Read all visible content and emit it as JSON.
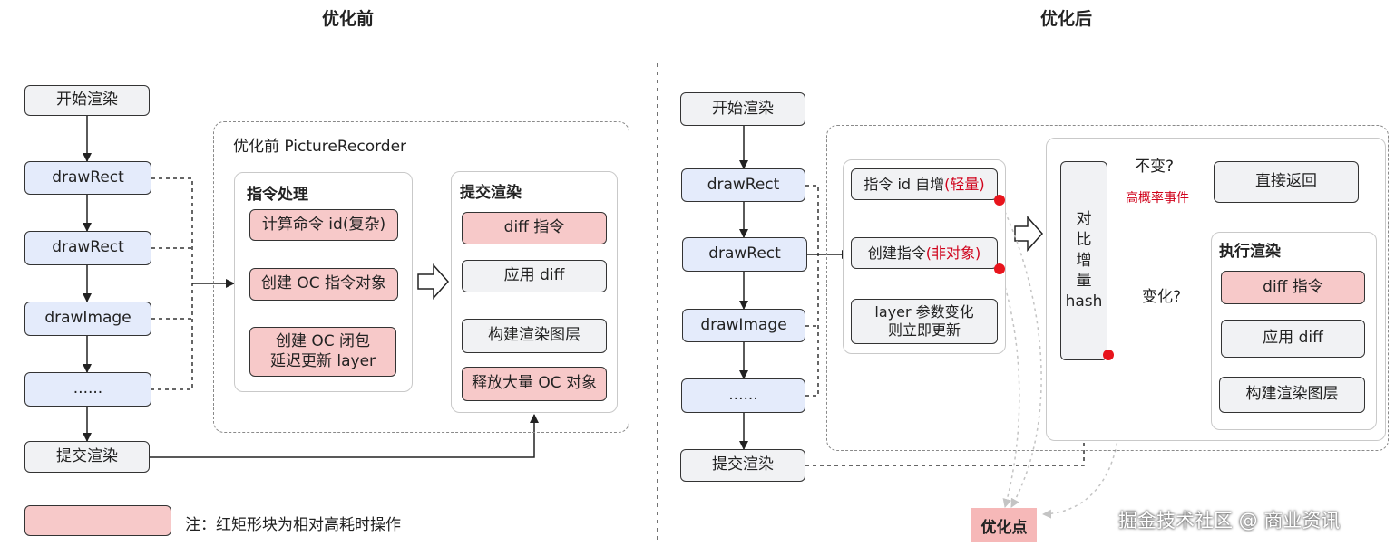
{
  "left": {
    "title": "优化前",
    "flow": [
      "开始渲染",
      "drawRect",
      "drawRect",
      "drawImage",
      "......",
      "提交渲染"
    ],
    "recorder_title": "优化前 PictureRecorder",
    "cmd_title": "指令处理",
    "cmd_items": [
      "计算命令 id(复杂)",
      "创建 OC 指令对象",
      "创建 OC 闭包",
      "延迟更新 layer"
    ],
    "submit_title": "提交渲染",
    "submit_items": [
      "diff 指令",
      "应用 diff",
      "构建渲染图层",
      "释放大量 OC 对象"
    ],
    "legend": "注：红矩形块为相对高耗时操作"
  },
  "right": {
    "title": "优化后",
    "flow": [
      "开始渲染",
      "drawRect",
      "drawRect",
      "drawImage",
      "......",
      "提交渲染"
    ],
    "cmd1_prefix": "指令 id 自增",
    "cmd1_highlight": "(轻量)",
    "cmd2_prefix": "创建指令",
    "cmd2_highlight": "(非对象)",
    "cmd3_line1": "layer 参数变化",
    "cmd3_line2": "则立即更新",
    "hash": [
      "对",
      "比",
      "增",
      "量",
      "hash"
    ],
    "unchanged_label": "不变?",
    "high_prob_label": "高概率事件",
    "direct_return": "直接返回",
    "changed_label": "变化?",
    "exec_title": "执行渲染",
    "exec_items": [
      "diff 指令",
      "应用 diff",
      "构建渲染图层"
    ],
    "opt_point": "优化点"
  },
  "watermark": "掘金技术社区 @ 商业资讯",
  "colors": {
    "flow_blue": "#e4ebfb",
    "flow_gray": "#f1f2f4",
    "costly_red": "#f7c9c9",
    "highlight_red": "#d0021b",
    "opt_point_bg": "#f6b8b8"
  }
}
